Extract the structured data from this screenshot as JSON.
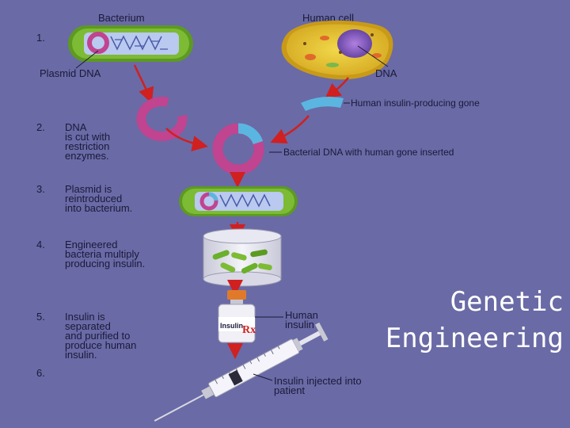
{
  "labels": {
    "bacterium": "Bacterium",
    "human_cell": "Human cell",
    "plasmid_dna": "Plasmid DNA",
    "dna": "DNA",
    "human_gene": "Human insulin-producing gone",
    "bacterial_dna": "Bacterial DNA with human gone inserted",
    "human_insulin": [
      "Human",
      "insulin"
    ],
    "vial_label": "Insulin",
    "rx": "Rx",
    "injected": [
      "Insulin injected into",
      "patient"
    ]
  },
  "steps": [
    {
      "num": "1.",
      "lines": []
    },
    {
      "num": "2.",
      "lines": [
        "DNA",
        "is cut with",
        "restriction",
        "enzymes."
      ]
    },
    {
      "num": "3.",
      "lines": [
        "Plasmid is",
        "reintroduced",
        "into bacterium."
      ]
    },
    {
      "num": "4.",
      "lines": [
        "Engineered",
        "bacteria multiply",
        "producing insulin."
      ]
    },
    {
      "num": "5.",
      "lines": [
        "Insulin is",
        "separated",
        "and purified to",
        "produce human",
        "insulin."
      ]
    },
    {
      "num": "6.",
      "lines": []
    }
  ],
  "title_lines": [
    "Genetic",
    "Engineering"
  ],
  "colors": {
    "background": "#6a6aa6",
    "bacterium": "#7dbb34",
    "plasmid": "#c0448f",
    "gene": "#5ab6e0",
    "arrow": "#d02020",
    "cell": "#e8c434"
  }
}
